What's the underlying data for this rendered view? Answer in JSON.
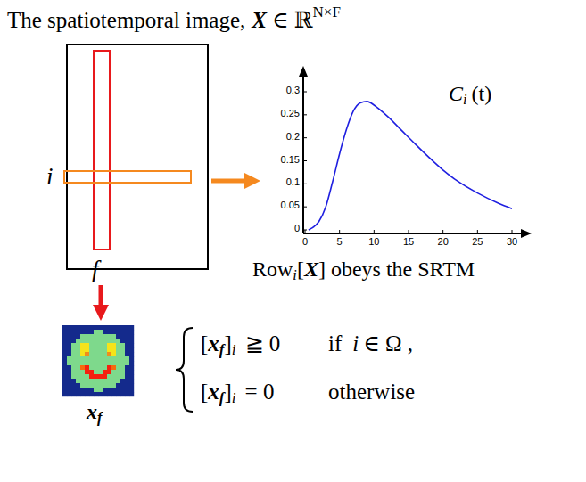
{
  "diagram": {
    "title": "The spatiotemporal image,",
    "labels": [
      "X",
      "∈ ℝ",
      "N×F",
      "i",
      "f",
      "C",
      "i",
      "(t)",
      "0",
      "0.05",
      "0.1",
      "0.15",
      "0.2",
      "0.25",
      "0.3",
      "0",
      "5",
      "10",
      "15",
      "20",
      "25",
      "30",
      "Row",
      "i",
      "[",
      "X",
      "] obeys the SRTM",
      "x",
      "f",
      "[",
      "x",
      "f",
      "]",
      "i",
      "≧ 0",
      "if",
      "i",
      "∈ Ω ,",
      "[",
      "x",
      "f",
      "]",
      "i",
      "= 0",
      "otherwise"
    ]
  }
}
